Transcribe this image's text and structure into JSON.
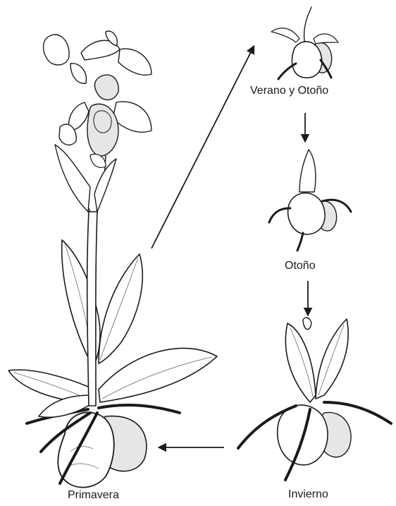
{
  "labels": {
    "primavera": "Primavera",
    "verano_otono": "Verano y Otoño",
    "otono": "Otoño",
    "invierno": "Invierno"
  },
  "colors": {
    "ink": "#1a1a1a",
    "background": "#ffffff"
  }
}
